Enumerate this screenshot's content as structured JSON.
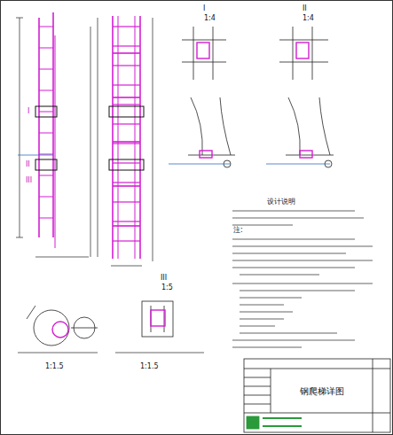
{
  "diagram": {
    "nodes": [
      {
        "text": [
          "钢爬梯详图"
        ]
      }
    ],
    "labels": [
      "I",
      "1:4",
      "II",
      "1:4",
      "III",
      "1:5",
      "设计说明",
      "注:",
      "1:1.5",
      "1:1.5",
      "I",
      "II",
      "III"
    ]
  }
}
